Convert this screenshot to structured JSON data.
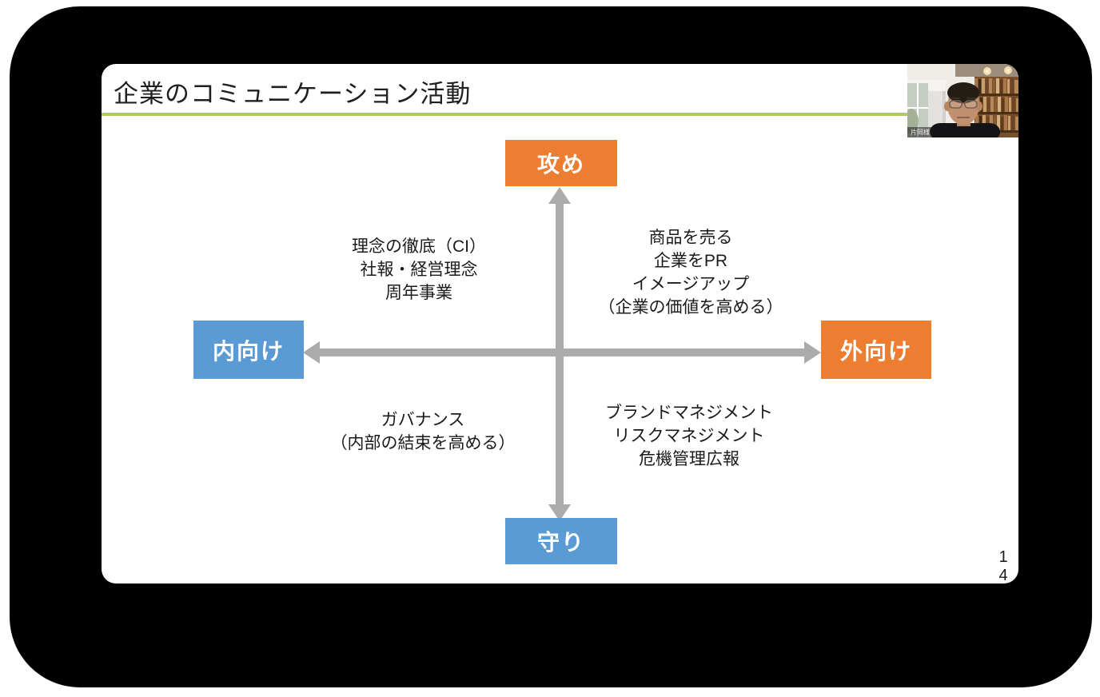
{
  "slide": {
    "title": "企業のコミュニケーション活動",
    "page_number": {
      "line1": "1",
      "line2": "4"
    }
  },
  "webcam": {
    "participant_name": "片岡様"
  },
  "diagram": {
    "axes": {
      "top": "攻め",
      "bottom": "守り",
      "left": "内向け",
      "right": "外向け"
    },
    "quadrants": {
      "top_left": [
        "理念の徹底（CI）",
        "社報・経営理念",
        "周年事業"
      ],
      "top_right": [
        "商品を売る",
        "企業をPR",
        "イメージアップ",
        "（企業の価値を高める）"
      ],
      "bottom_left": [
        "ガバナンス",
        "（内部の結束を高める）"
      ],
      "bottom_right": [
        "ブランドマネジメント",
        "リスクマネジメント",
        "危機管理広報"
      ]
    }
  },
  "colors": {
    "offense_orange": "#ed7d31",
    "defense_blue": "#5b9bd5",
    "arrow_gray": "#ababab",
    "accent_line_green": "#b2c765"
  }
}
